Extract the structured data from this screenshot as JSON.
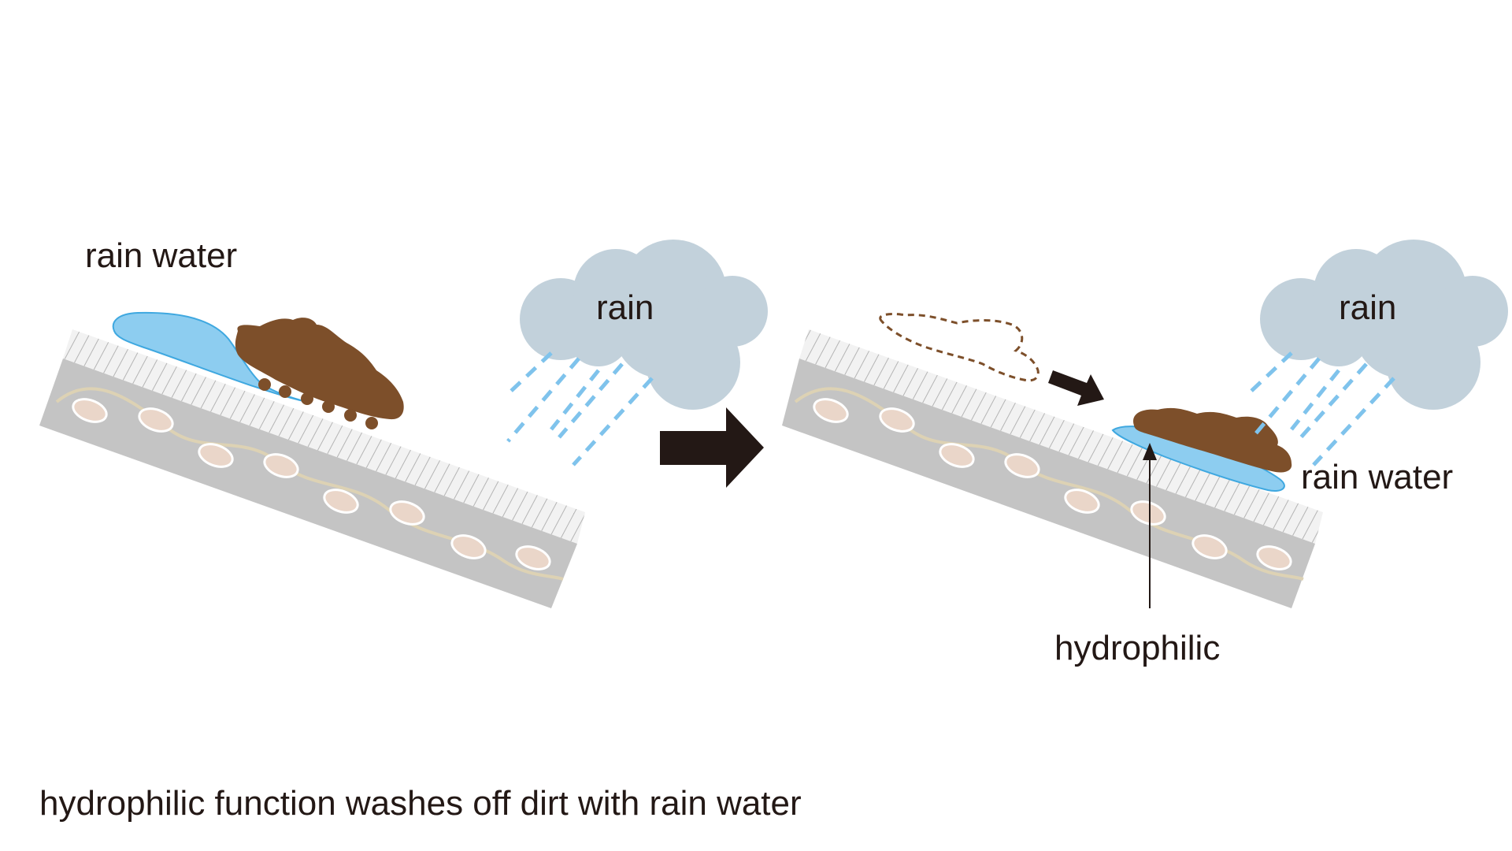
{
  "labels": {
    "left_rain_water": "rain water",
    "left_cloud": "rain",
    "right_cloud": "rain",
    "right_rain_water": "rain water",
    "hydrophilic": "hydrophilic",
    "caption": "hydrophilic function washes off dirt with rain water"
  },
  "colors": {
    "background": "#ffffff",
    "text": "#231815",
    "cloud": "#c2d1db",
    "rain": "#7fc3ec",
    "water": "#8dcdf0",
    "water_edge": "#3fa8e0",
    "dirt": "#7d4f2a",
    "coating": "#f2f2f2",
    "hatch": "#b4b4b4",
    "substrate": "#c4c4c4",
    "pebble": "#ead6c9",
    "fiber": "#ddd2b4",
    "arrow": "#231815"
  },
  "icons": {
    "process_arrow": "right-arrow-icon",
    "movement_arrow": "small-right-arrow-icon",
    "cloud": "cloud-icon"
  }
}
